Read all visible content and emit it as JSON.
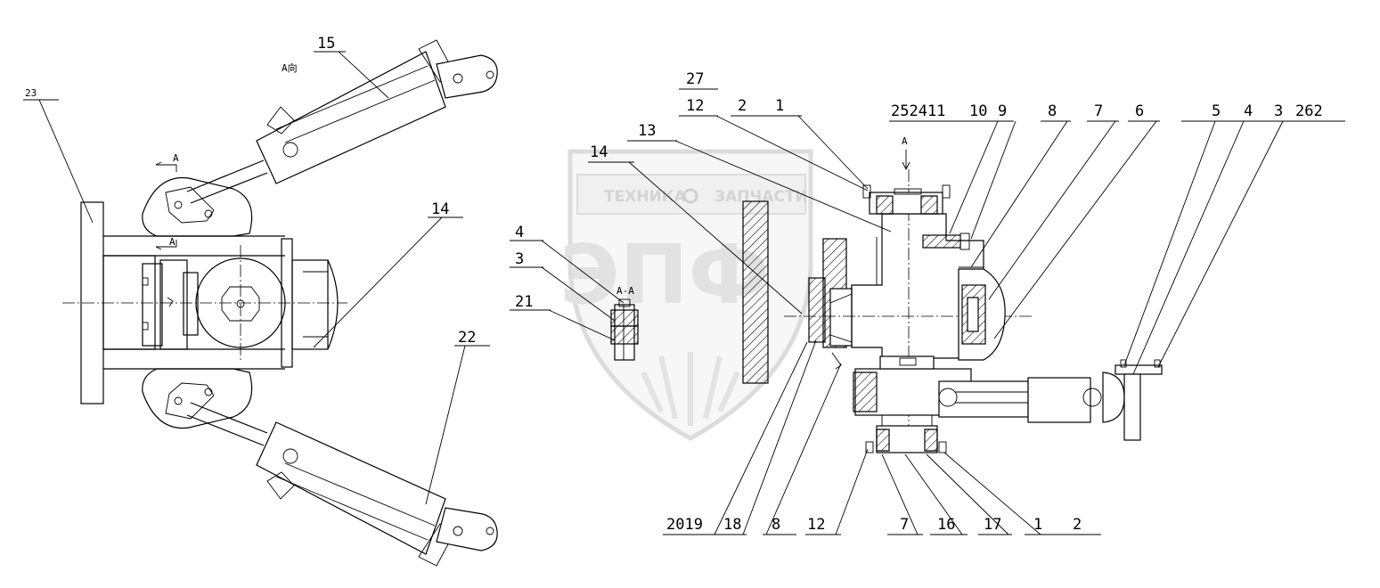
{
  "watermark": {
    "brand_left": "ТЕХНИКА",
    "brand_right": "ЗАПЧАСТИ",
    "logo": "ЭПФ"
  },
  "section_marks": {
    "view_arrow_label": "A",
    "view_label_top": "A向",
    "section_left_top": "A",
    "section_left_bottom": "A",
    "section_title": "A-A"
  },
  "callouts": {
    "left": [
      "15",
      "23",
      "14",
      "22"
    ],
    "section": [
      "4",
      "3",
      "21"
    ],
    "top_row": [
      "27",
      "12",
      "2",
      "1",
      "13",
      "14",
      "252411",
      "10",
      "9",
      "8",
      "7",
      "6",
      "5",
      "4",
      "3",
      "262"
    ],
    "bottom_row": [
      "2019",
      "18",
      "8",
      "12",
      "7",
      "16",
      "17",
      "1",
      "2"
    ]
  }
}
